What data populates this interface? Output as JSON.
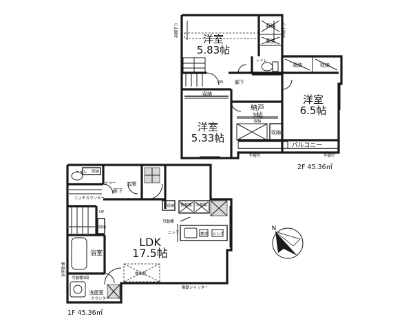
{
  "floor2": {
    "area_label": "2F  45.36㎡",
    "rooms": {
      "bedroom_top": {
        "name": "洋室",
        "size": "5.83帖"
      },
      "bedroom_right": {
        "name": "洋室",
        "size": "6.5帖"
      },
      "bedroom_left": {
        "name": "洋室",
        "size": "5.33帖"
      },
      "storage_room": {
        "name": "納戸",
        "size": "3帖"
      }
    },
    "labels": {
      "closet_v1": "収納",
      "closet_v2": "収納",
      "closet_a": "収納",
      "closet_b": "収納",
      "closet_left": "収納",
      "closet_small": "収納",
      "shelf": "収納",
      "toilet": "トイレ",
      "hall": "廊下",
      "down": "DN",
      "balcony": "バルコニー",
      "rail_1": "手摺付",
      "rail_2": "手摺付",
      "loft_1": "吊棚下り",
      "loft_2": "吊棚下り"
    }
  },
  "floor1": {
    "area_label": "1F  45.36㎡",
    "rooms": {
      "ldk": {
        "name": "LDK",
        "size": "17.5帖"
      },
      "bath": {
        "name": "浴室"
      },
      "washroom": {
        "name": "洗面室"
      }
    },
    "labels": {
      "toilet": "トイレ",
      "closet_1": "収納",
      "closet_2": "収納",
      "closet_3": "収納",
      "mirror": "ミラー",
      "hall": "廊下",
      "entrance": "玄関",
      "counter": "ニッチカウンター",
      "up": "UP",
      "movable_shelf": "可動棚",
      "niche": "ニッチ",
      "food_storage": "食器棚",
      "fridge": "冷蔵庫",
      "dishwasher": "食洗",
      "sink": "シンク",
      "movable_shelf_3": "可動棚3段",
      "counter_2": "カウンター",
      "shutter": "電動シャッター",
      "window": "掃出窓",
      "bath_window": "浴室乾燥"
    }
  },
  "compass": {
    "label": "N"
  }
}
